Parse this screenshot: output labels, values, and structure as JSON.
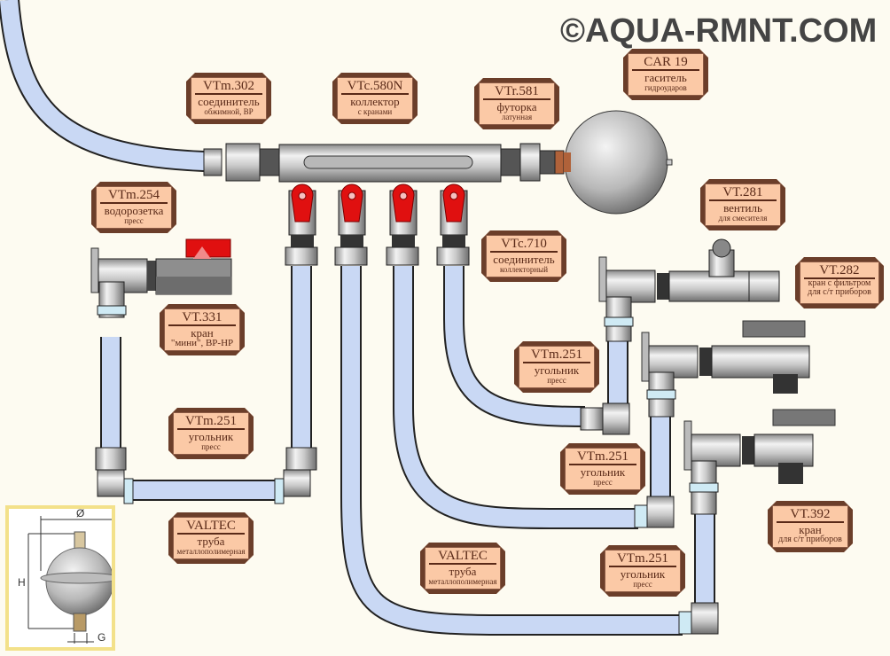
{
  "watermark": "©AQUA-RMNT.COM",
  "colors": {
    "background": "#fdfbf1",
    "pipe": "#c9d8f4",
    "pipe_outline": "#222222",
    "fitting_metal": "#c8c8c8",
    "valve_handle_red": "#e01010",
    "valve_handle_grey": "#777777",
    "plate_fill": "#fbc9a6",
    "plate_border": "#6b3e2a",
    "inset_border": "#f3e18a"
  },
  "labels": [
    {
      "id": "vtm302",
      "code": "VTm.302",
      "name": "соединитель",
      "sub": "обжимной, ВР"
    },
    {
      "id": "vtc580n",
      "code": "VTc.580N",
      "name": "коллектор",
      "sub": "с кранами"
    },
    {
      "id": "vtr581",
      "code": "VTr.581",
      "name": "футорка",
      "sub": "латунная"
    },
    {
      "id": "car19",
      "code": "CAR 19",
      "name": "гаситель",
      "sub": "гидроударов"
    },
    {
      "id": "vtm254",
      "code": "VTm.254",
      "name": "водорозетка",
      "sub": "пресс"
    },
    {
      "id": "vt281",
      "code": "VT.281",
      "name": "вентиль",
      "sub": "для смесителя"
    },
    {
      "id": "vtc710",
      "code": "VTc.710",
      "name": "соединитель",
      "sub": "коллекторный"
    },
    {
      "id": "vt282",
      "code": "VT.282",
      "name": "кран с фильтром",
      "sub": "для с/т приборов"
    },
    {
      "id": "vt331",
      "code": "VT.331",
      "name": "кран",
      "sub": "\"мини\", ВР-НР"
    },
    {
      "id": "vtm251a",
      "code": "VTm.251",
      "name": "угольник",
      "sub": "пресс"
    },
    {
      "id": "vtm251b",
      "code": "VTm.251",
      "name": "угольник",
      "sub": "пресс"
    },
    {
      "id": "vtm251c",
      "code": "VTm.251",
      "name": "угольник",
      "sub": "пресс"
    },
    {
      "id": "valtec1",
      "code": "VALTEC",
      "name": "труба",
      "sub": "металлополимерная"
    },
    {
      "id": "valtec2",
      "code": "VALTEC",
      "name": "труба",
      "sub": "металлополимерная"
    },
    {
      "id": "vtm251d",
      "code": "VTm.251",
      "name": "угольник",
      "sub": "пресс"
    },
    {
      "id": "vt392",
      "code": "VT.392",
      "name": "кран",
      "sub": "для с/т приборов"
    }
  ],
  "inset": {
    "title": "CAR 19 dimensions",
    "dim_diameter": "Ø",
    "dim_height": "H",
    "dim_thread": "G"
  }
}
